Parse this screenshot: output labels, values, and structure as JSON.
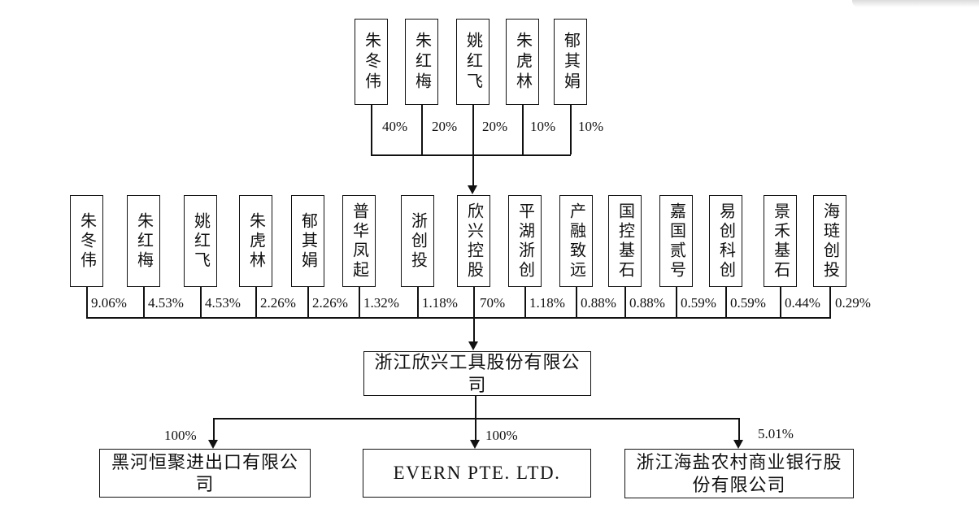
{
  "top_row": {
    "items": [
      {
        "name": "朱冬伟",
        "pct": "40%"
      },
      {
        "name": "朱红梅",
        "pct": "20%"
      },
      {
        "name": "姚红飞",
        "pct": "20%"
      },
      {
        "name": "朱虎林",
        "pct": "10%"
      },
      {
        "name": "郁其娟",
        "pct": "10%"
      }
    ]
  },
  "middle_row": {
    "items": [
      {
        "name": "朱冬伟",
        "pct": "9.06%"
      },
      {
        "name": "朱红梅",
        "pct": "4.53%"
      },
      {
        "name": "姚红飞",
        "pct": "4.53%"
      },
      {
        "name": "朱虎林",
        "pct": "2.26%"
      },
      {
        "name": "郁其娟",
        "pct": "2.26%"
      },
      {
        "name": "普华凤起",
        "pct": "1.32%"
      },
      {
        "name": "浙创投",
        "pct": "1.18%"
      },
      {
        "name": "欣兴控股",
        "pct": "70%"
      },
      {
        "name": "平湖浙创",
        "pct": "1.18%"
      },
      {
        "name": "产融致远",
        "pct": "0.88%"
      },
      {
        "name": "国控基石",
        "pct": "0.88%"
      },
      {
        "name": "嘉国贰号",
        "pct": "0.59%"
      },
      {
        "name": "易创科创",
        "pct": "0.59%"
      },
      {
        "name": "景禾基石",
        "pct": "0.44%"
      },
      {
        "name": "海琏创投",
        "pct": "0.29%"
      }
    ]
  },
  "parent_company": {
    "name": "浙江欣兴工具股份有限公司"
  },
  "subsidiaries": {
    "items": [
      {
        "name": "黑河恒聚进出口有限公司",
        "pct": "100%"
      },
      {
        "name": "EVERN PTE. LTD.",
        "pct": "100%"
      },
      {
        "name": "浙江海盐农村商业银行股份有限公司",
        "pct": "5.01%"
      }
    ]
  },
  "colors": {
    "line": "#111111",
    "background": "#ffffff"
  }
}
